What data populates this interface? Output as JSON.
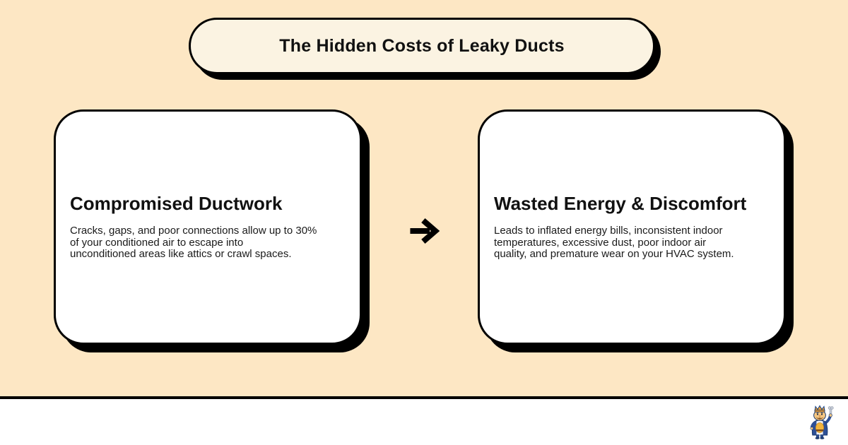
{
  "page": {
    "background_color": "#FDE7C4",
    "outline_color": "#000000",
    "card_color": "#FFFFFF",
    "pill_color": "#FBF3E2",
    "text_color": "#1A1A1A"
  },
  "header": {
    "title": "The Hidden Costs of Leaky Ducts"
  },
  "cards": [
    {
      "title": "Compromised Ductwork",
      "body": "Cracks, gaps, and poor connections allow up to 30%\nof your conditioned air to escape into\nunconditioned areas like attics or crawl spaces."
    },
    {
      "title": "Wasted Energy & Discomfort",
      "body": "Leads to inflated energy bills, inconsistent indoor\ntemperatures, excessive dust, poor indoor air\nquality, and premature wear on your HVAC system."
    }
  ],
  "connector": {
    "icon": "right-arrow"
  },
  "footer": {
    "mascot": "king-with-wrench-mascot"
  }
}
